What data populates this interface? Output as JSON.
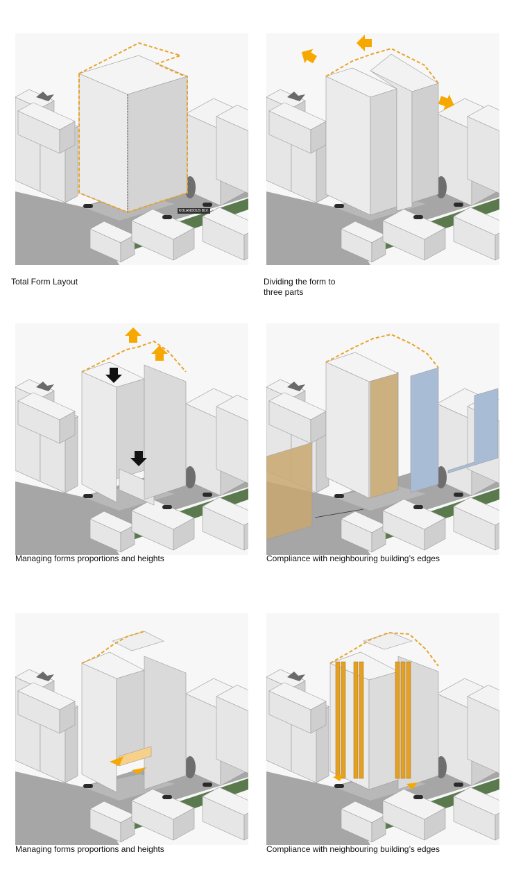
{
  "panels": [
    {
      "caption": "Total Form Layout",
      "street_label": "KOLANDOUS BLV."
    },
    {
      "caption": "Dividing the form to\nthree parts"
    },
    {
      "caption": "Managing forms proportions and heights"
    },
    {
      "caption": "Compliance with neighbouring building’s edges"
    },
    {
      "caption": "Managing forms proportions and heights"
    },
    {
      "caption": "Compliance with neighbouring building’s edges"
    }
  ],
  "colors": {
    "accent_dashed": "#e8a32a",
    "arrow_orange": "#f6a800",
    "facade_tan": "#c9a870",
    "facade_blue": "#a9bcd6",
    "fin_gold": "#e2a024",
    "road": "#a6a6a6",
    "green_strip": "#5a7a4e",
    "building_light": "#e6e6e6",
    "building_shade": "#cfcfcf"
  },
  "icons": [
    "up-arrow-icon",
    "down-arrow-icon",
    "move-arrow-icon",
    "tree-icon",
    "car-icon"
  ]
}
